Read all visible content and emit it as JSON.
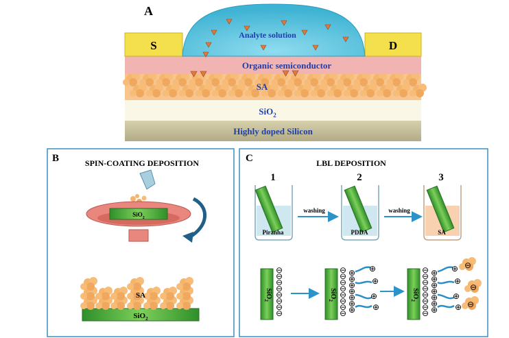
{
  "panelA": {
    "letter": "A",
    "source": "S",
    "drain": "D",
    "analyte": "Analyte solution",
    "organic": "Organic semiconductor",
    "sa": "SA",
    "sio2_main": "SiO",
    "sio2_sub": "2",
    "silicon": "Highly doped Silicon"
  },
  "panelB": {
    "letter": "B",
    "title": "SPIN-COATING DEPOSITION",
    "sio2_main": "SiO",
    "sio2_sub": "2",
    "sa": "SA",
    "sio2_bottom_main": "SiO",
    "sio2_bottom_sub": "2"
  },
  "panelC": {
    "letter": "C",
    "title": "LBL DEPOSITION",
    "step1": "1",
    "step2": "2",
    "step3": "3",
    "beaker1": "Piranha",
    "beaker2": "PDDA",
    "beaker3": "SA",
    "washing1": "washing",
    "washing2": "washing",
    "sio2_slide_main": "SiO",
    "sio2_slide_sub": "2",
    "minus": "⊖",
    "plus": "⊕"
  },
  "colors": {
    "panel_border": "#3a8fbf",
    "contact": "#f4e04d",
    "analyte": "#5cc3dc",
    "organic": "#f2b3b3",
    "sa_blob": "#f5b56c",
    "oxide": "#fbf7e6",
    "silicon": "#c9c3a0",
    "label_blue": "#1f3fa8",
    "slide_green": "#4caf3a",
    "arrow_blue": "#2c93c9",
    "triangle": "#e07a3c"
  }
}
